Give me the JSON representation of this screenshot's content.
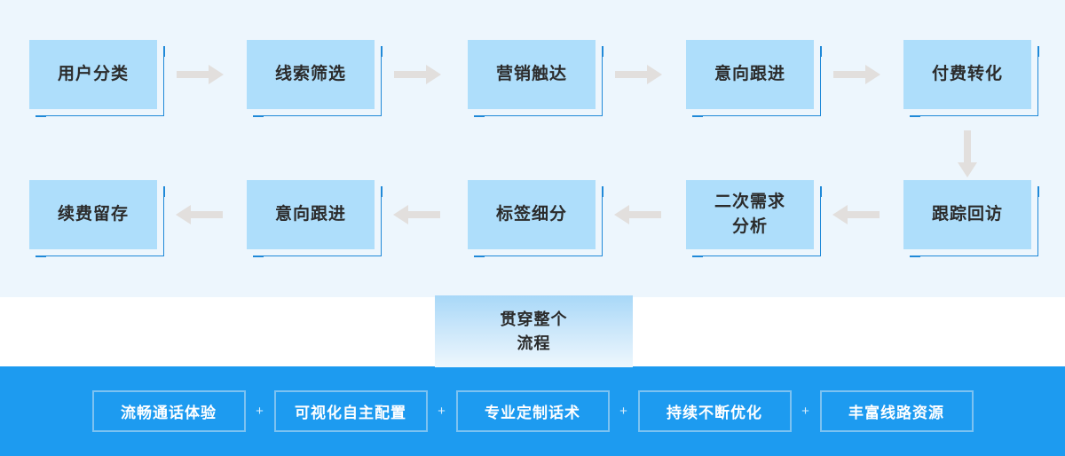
{
  "theme": {
    "panel_bg": "#EDF6FD",
    "box_fill": "#AEDEFB",
    "box_border": "#2089D8",
    "arrow_color": "#E2DFDD",
    "bar_bg": "#1D9BF0",
    "chip_border": "#7CC2F1",
    "chip_text": "#FFFFFF",
    "text_color": "#2B2B2B"
  },
  "flow": {
    "row_one": [
      {
        "label": "用户分类"
      },
      {
        "label": "线索筛选"
      },
      {
        "label": "营销触达"
      },
      {
        "label": "意向跟进"
      },
      {
        "label": "付费转化"
      }
    ],
    "row_two": [
      {
        "label": "续费留存"
      },
      {
        "label": "意向跟进"
      },
      {
        "label": "标签细分"
      },
      {
        "label": "二次需求\n分析"
      },
      {
        "label": "跟踪回访"
      }
    ],
    "arrows": {
      "right": "arrow-right-icon",
      "left": "arrow-left-icon",
      "down": "arrow-down-icon"
    }
  },
  "through_card": {
    "label": "贯穿整个\n流程"
  },
  "features": {
    "separator": "+",
    "items": [
      {
        "label": "流畅通话体验"
      },
      {
        "label": "可视化自主配置"
      },
      {
        "label": "专业定制话术"
      },
      {
        "label": "持续不断优化"
      },
      {
        "label": "丰富线路资源"
      }
    ]
  }
}
